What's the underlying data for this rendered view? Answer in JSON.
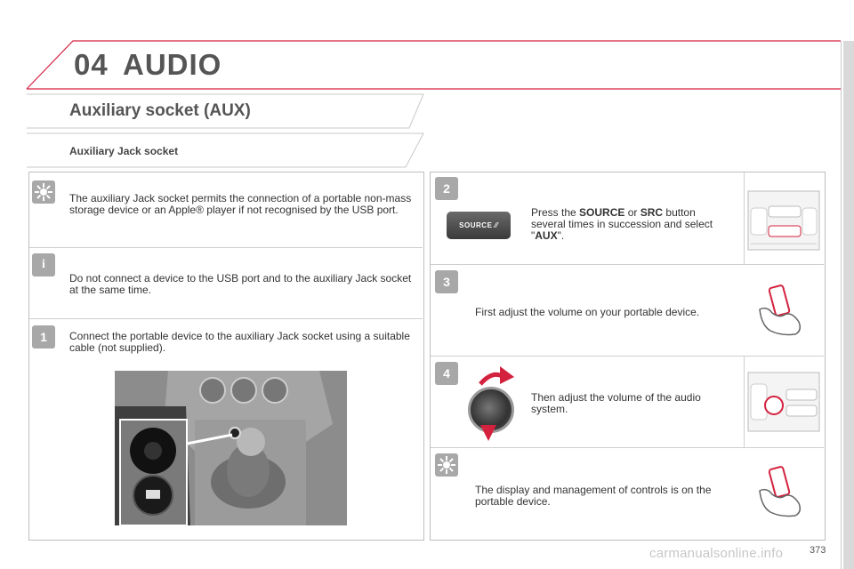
{
  "header": {
    "chapter_number": "04",
    "chapter_title": "AUDIO"
  },
  "section": {
    "title": "Auxiliary socket (AUX)",
    "subtitle": "Auxiliary Jack socket"
  },
  "left_notes": [
    {
      "icon": "gear-tip-icon",
      "text": "The auxiliary Jack socket permits the connection of a portable non-mass storage device or an Apple® player if not recognised by the USB port."
    },
    {
      "icon": "info-icon",
      "icon_label": "i",
      "text": "Do not connect a device to the USB port and to the auxiliary Jack socket at the same time."
    },
    {
      "icon": "step-1-icon",
      "icon_label": "1",
      "text": "Connect the portable device to the auxiliary Jack socket using a suitable cable (not supplied)."
    }
  ],
  "right_steps": [
    {
      "icon_label": "2",
      "text_pre": "Press the ",
      "bold1": "SOURCE",
      "text_mid": " or ",
      "bold2": "SRC",
      "text_post": " button several times in succession and select \"",
      "bold3": "AUX",
      "text_end": "\".",
      "button_label": "SOURCE"
    },
    {
      "icon_label": "3",
      "text": "First adjust the volume on your portable device."
    },
    {
      "icon_label": "4",
      "text": "Then adjust the volume of the audio system."
    },
    {
      "icon": "gear-tip-icon",
      "text": "The display and management of controls is on the portable device."
    }
  ],
  "footer": {
    "page_number": "373",
    "watermark": "carmanualsonline.info"
  },
  "colors": {
    "accent_red": "#d4213d",
    "panel_border": "#bdbdbd",
    "icon_grey": "#a8a8a8"
  }
}
